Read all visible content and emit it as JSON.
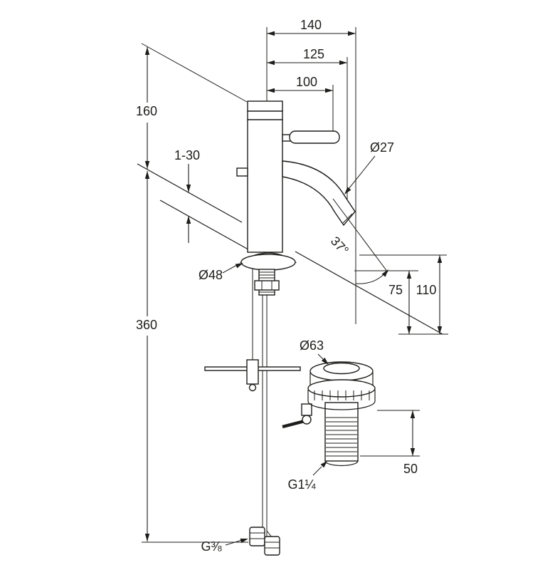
{
  "labels": {
    "dim_140": "140",
    "dim_125": "125",
    "dim_100": "100",
    "dim_160": "160",
    "dim_range_1_30": "1-30",
    "dim_d27": "Ø27",
    "dim_angle_37": "37°",
    "dim_d48": "Ø48",
    "dim_75": "75",
    "dim_110": "110",
    "dim_360": "360",
    "dim_d63": "Ø63",
    "dim_50": "50",
    "thread_g114": "G1¼",
    "thread_g38": "G⅜"
  },
  "colors": {
    "line": "#1d1d1b",
    "background": "#ffffff"
  }
}
